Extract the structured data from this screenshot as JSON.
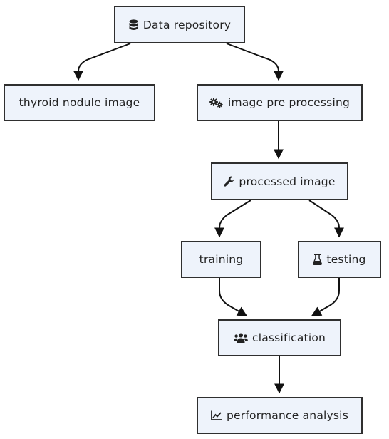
{
  "nodes": {
    "data_repository": {
      "label": "Data repository",
      "icon": "database-icon"
    },
    "thyroid_nodule_image": {
      "label": "thyroid nodule image"
    },
    "image_pre_processing": {
      "label": "image pre processing",
      "icon": "cogs-icon"
    },
    "processed_image": {
      "label": "processed image",
      "icon": "wrench-icon"
    },
    "training": {
      "label": "training"
    },
    "testing": {
      "label": "testing",
      "icon": "flask-icon"
    },
    "classification": {
      "label": "classification",
      "icon": "users-icon"
    },
    "performance_analysis": {
      "label": "performance analysis",
      "icon": "line-chart-icon"
    }
  },
  "edges": [
    {
      "from": "data_repository",
      "to": "thyroid_nodule_image"
    },
    {
      "from": "data_repository",
      "to": "image_pre_processing"
    },
    {
      "from": "image_pre_processing",
      "to": "processed_image"
    },
    {
      "from": "processed_image",
      "to": "training"
    },
    {
      "from": "processed_image",
      "to": "testing"
    },
    {
      "from": "training",
      "to": "classification"
    },
    {
      "from": "testing",
      "to": "classification"
    },
    {
      "from": "classification",
      "to": "performance_analysis"
    }
  ],
  "colors": {
    "node_fill": "#eef3fb",
    "node_border": "#2f2f2f",
    "edge": "#111111"
  }
}
